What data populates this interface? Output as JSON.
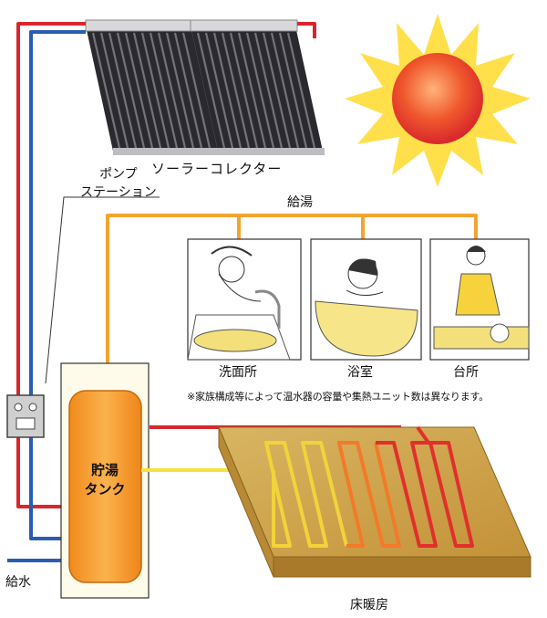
{
  "labels": {
    "collector": "ソーラーコレクター",
    "pump_line1": "ポンプ",
    "pump_line2": "ステーション",
    "hot_water_supply": "給湯",
    "washroom": "洗面所",
    "bathroom": "浴室",
    "kitchen": "台所",
    "note": "※家族構成等によって温水器の容量や集熱ユニット数は異なります。",
    "tank_line1": "貯湯",
    "tank_line2": "タンク",
    "water_supply": "給水",
    "floor_heating": "床暖房"
  },
  "colors": {
    "hot_pipe": "#d8262c",
    "cold_pipe": "#2a5db0",
    "supply_pipe": "#f1a530",
    "tank": "#f6a23a",
    "floor_panel": "#c8a04a",
    "sun_core": "#e8442a",
    "sun_rays": "#ffe04a"
  }
}
